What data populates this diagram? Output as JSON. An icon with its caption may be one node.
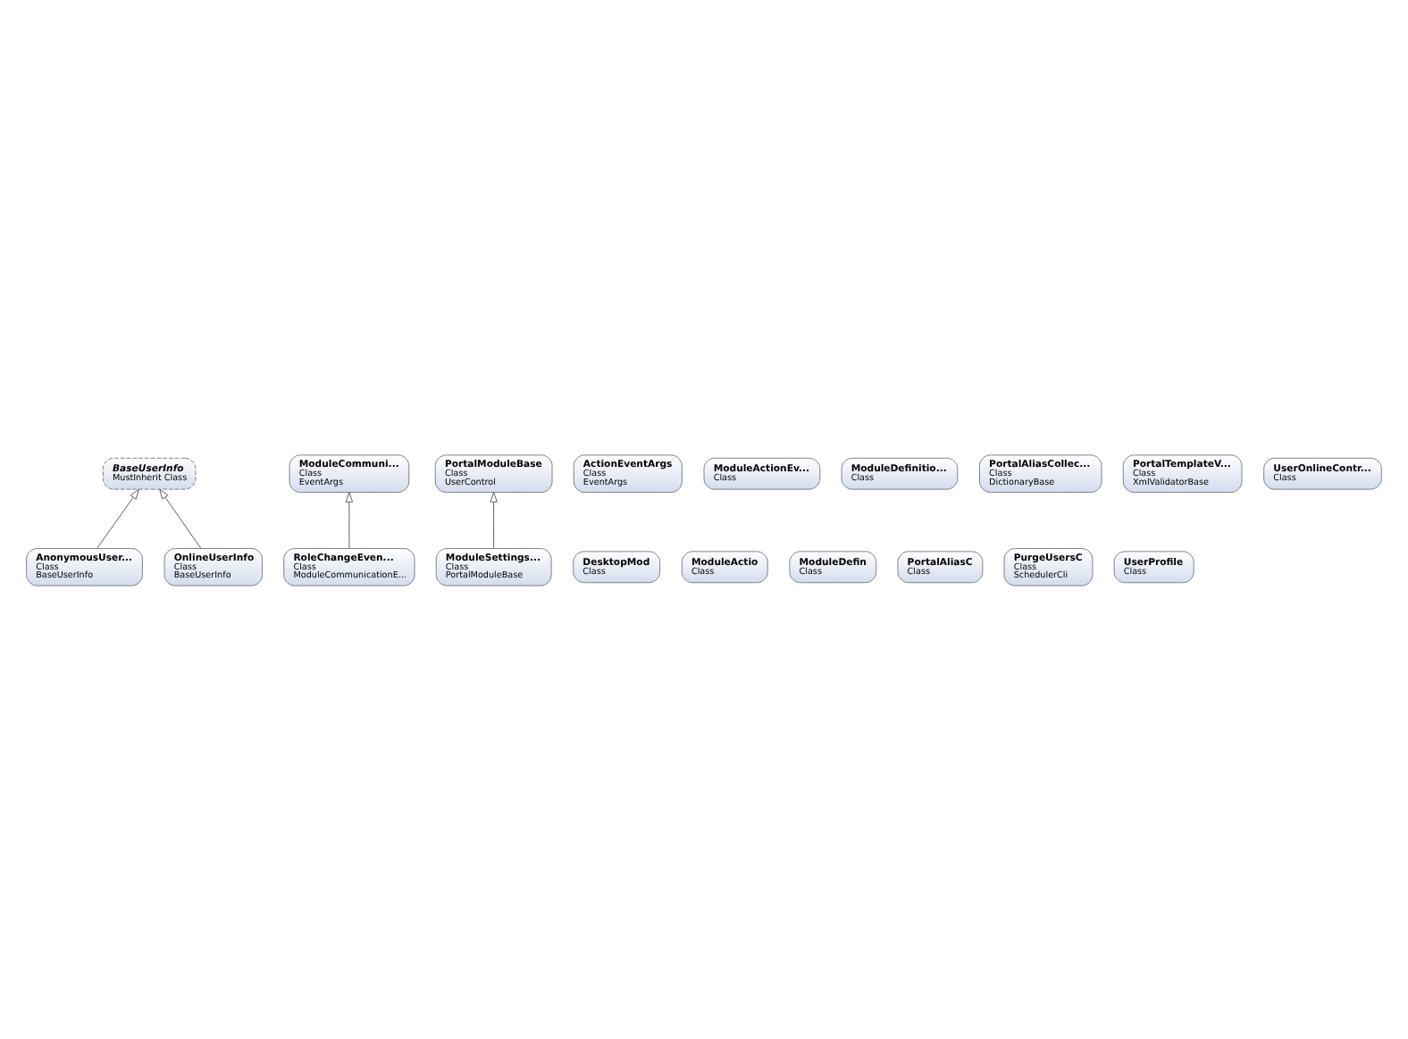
{
  "diagram": {
    "nodes": [
      {
        "text": [
          "BaseUserInfo",
          "MustInherit Class"
        ]
      },
      {
        "text": [
          "AnonymousUser...",
          "Class",
          "BaseUserInfo"
        ]
      },
      {
        "text": [
          "OnlineUserInfo",
          "Class",
          "BaseUserInfo"
        ]
      },
      {
        "text": [
          "ModuleCommuni...",
          "Class",
          "EventArgs"
        ]
      },
      {
        "text": [
          "PortalModuleBase",
          "Class",
          "UserControl"
        ]
      },
      {
        "text": [
          "RoleChangeEven...",
          "Class",
          "ModuleCommunicationE..."
        ]
      },
      {
        "text": [
          "ModuleSettings...",
          "Class",
          "PortalModuleBase"
        ]
      },
      {
        "text": [
          "ActionEventArgs",
          "Class",
          "EventArgs"
        ]
      },
      {
        "text": [
          "DesktopMod",
          "Class"
        ]
      },
      {
        "text": [
          "ModuleActionEv...",
          "Class"
        ]
      },
      {
        "text": [
          "ModuleActio",
          "Class"
        ]
      },
      {
        "text": [
          "ModuleDefinitio...",
          "Class"
        ]
      },
      {
        "text": [
          "ModuleDefin",
          "Class"
        ]
      },
      {
        "text": [
          "PortalAliasCollec...",
          "Class",
          "DictionaryBase"
        ]
      },
      {
        "text": [
          "PortalAliasC",
          "Class"
        ]
      },
      {
        "text": [
          "PortalTemplateV...",
          "Class",
          "XmlValidatorBase"
        ]
      },
      {
        "text": [
          "PurgeUsersC",
          "Class",
          "SchedulerCli"
        ]
      },
      {
        "text": [
          "UserOnlineContr...",
          "Class"
        ]
      },
      {
        "text": [
          "UserProfile",
          "Class"
        ]
      }
    ],
    "edges": [
      {
        "from": 1,
        "to": 0,
        "arrow": "to"
      },
      {
        "from": 2,
        "to": 0,
        "arrow": "to"
      },
      {
        "from": 5,
        "to": 3,
        "arrow": "to"
      },
      {
        "from": 6,
        "to": 4,
        "arrow": "to"
      }
    ]
  }
}
